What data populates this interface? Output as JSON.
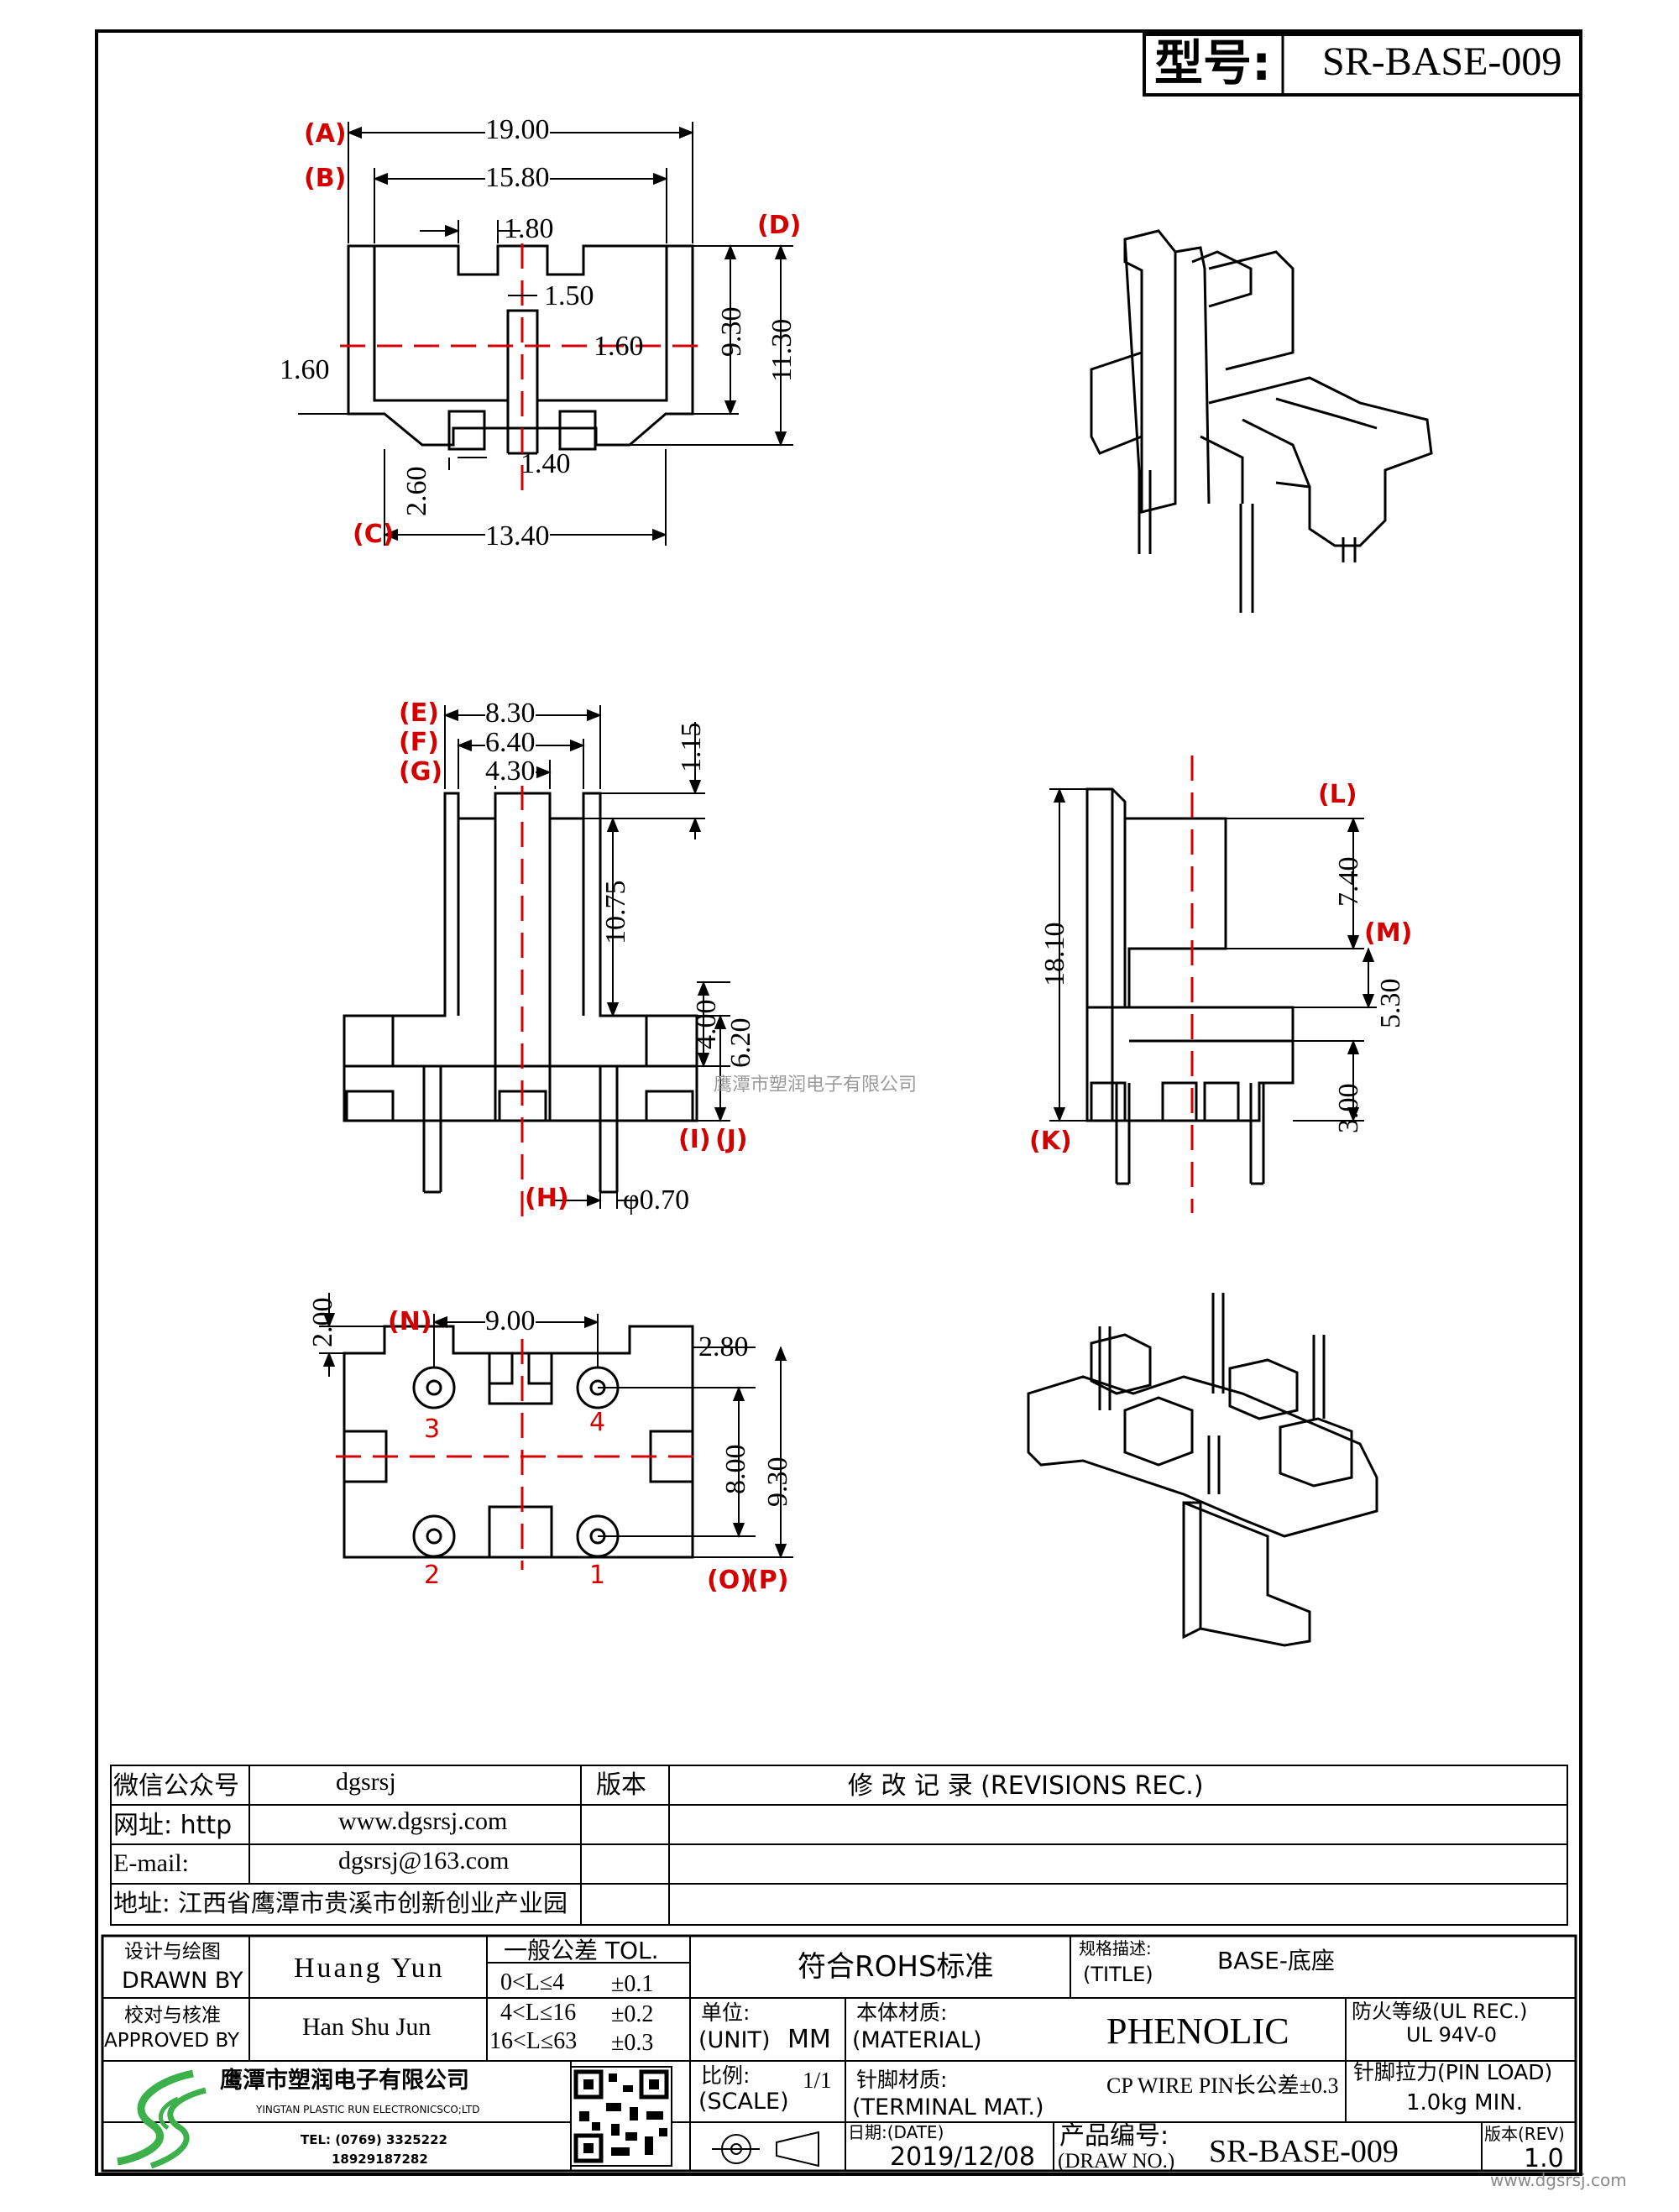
{
  "title_block": {
    "model_label": "型号:",
    "model_value": "SR-BASE-009"
  },
  "top_view": {
    "dims": {
      "d19": "19.00",
      "d15_8": "15.80",
      "d1_80": "1.80",
      "d1_50": "1.50",
      "d1_60_right": "1.60",
      "d1_60_left": "1.60",
      "d9_30": "9.30",
      "d11_30": "11.30",
      "d1_40": "1.40",
      "d2_60": "2.60",
      "d13_40": "13.40"
    },
    "tags": {
      "A": "(A)",
      "B": "(B)",
      "C": "(C)",
      "D": "(D)"
    }
  },
  "front_view": {
    "dims": {
      "d8_30": "8.30",
      "d6_40": "6.40",
      "d4_30": "4.30",
      "d1_15": "1.15",
      "d10_75": "10.75",
      "d4_00": "4.00",
      "d6_20": "6.20",
      "d0_70": "φ0.70"
    },
    "tags": {
      "E": "(E)",
      "F": "(F)",
      "G": "(G)",
      "H": "(H)",
      "I": "(I)",
      "J": "(J)"
    }
  },
  "side_view": {
    "dims": {
      "d18_10": "18.10",
      "d7_40": "7.40",
      "d5_30": "5.30",
      "d3_00": "3.00"
    },
    "tags": {
      "K": "(K)",
      "L": "(L)",
      "M": "(M)"
    }
  },
  "bottom_view": {
    "dims": {
      "d2_00": "2.00",
      "d9_00": "9.00",
      "d2_80": "2.80",
      "d8_00": "8.00",
      "d9_30": "9.30"
    },
    "tags": {
      "N": "(N)",
      "O": "(O)",
      "P": "(P)"
    },
    "pins": [
      "3",
      "4",
      "2",
      "1"
    ]
  },
  "watermark": "鹰潭市塑润电子有限公司",
  "info": {
    "wechat_label": "微信公众号",
    "wechat_value": "dgsrsj",
    "web_label": "网址: http",
    "web_value": "www.dgsrsj.com",
    "email_label": "E-mail:",
    "email_value": "dgsrsj@163.com",
    "address": "地址: 江西省鹰潭市贵溪市创新创业产业园",
    "version_label": "版本",
    "revisions_label": "修 改 记 录  (REVISIONS REC.)"
  },
  "bottom_block": {
    "drawn_cn": "设计与绘图",
    "drawn_en": "DRAWN BY",
    "drawn_name": "Huang Yun",
    "approved_cn": "校对与核准",
    "approved_en": "APPROVED BY",
    "approved_name": "Han Shu Jun",
    "tol_title": "一般公差 TOL.",
    "tol_rows": [
      {
        "range": "0<L≤4",
        "value": "±0.1"
      },
      {
        "range": "4<L≤16",
        "value": "±0.2"
      },
      {
        "range": "16<L≤63",
        "value": "±0.3"
      }
    ],
    "rohs": "符合ROHS标准",
    "title_cn": "规格描述:",
    "title_en": "(TITLE)",
    "title_value": "BASE-底座",
    "unit_cn": "单位:",
    "unit_en": "(UNIT)",
    "unit_value": "MM",
    "material_cn": "本体材质:",
    "material_en": "(MATERIAL)",
    "material_value": "PHENOLIC",
    "fire_cn": "防火等级(UL REC.)",
    "fire_value": "UL 94V-0",
    "scale_cn": "比例:",
    "scale_en": "(SCALE)",
    "scale_value": "1/1",
    "terminal_cn": "针脚材质:",
    "terminal_en": "(TERMINAL MAT.)",
    "terminal_value": "CP WIRE  PIN长公差±0.3",
    "pin_load_label": "针脚拉力(PIN LOAD)",
    "pin_load_value": "1.0kg MIN.",
    "date_label": "日期:(DATE)",
    "date_value": "2019/12/08",
    "drawno_cn": "产品编号:",
    "drawno_en": "(DRAW NO.)",
    "drawno_value": "SR-BASE-009",
    "rev_label": "版本(REV)",
    "rev_value": "1.0",
    "company_cn": "鹰潭市塑润电子有限公司",
    "company_en": "YINGTAN PLASTIC RUN ELECTRONICSCO;LTD",
    "tel": "TEL: (0769) 3325222",
    "mobile": "18929187282",
    "site_mark": "www.dgsrsj.com"
  }
}
